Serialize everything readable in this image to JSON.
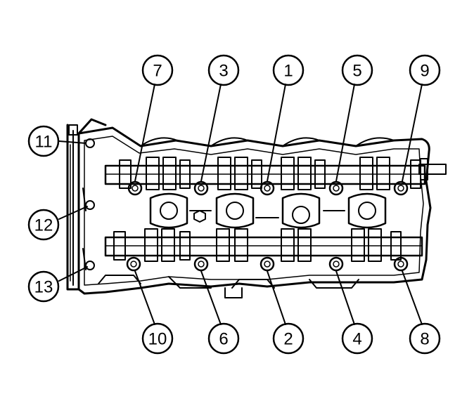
{
  "diagram": {
    "colors": {
      "ink": "#000000",
      "paper": "#ffffff",
      "fill": "#ffffff"
    },
    "callouts": [
      {
        "id": "c7",
        "label": "7"
      },
      {
        "id": "c3",
        "label": "3"
      },
      {
        "id": "c1",
        "label": "1"
      },
      {
        "id": "c5",
        "label": "5"
      },
      {
        "id": "c9",
        "label": "9"
      },
      {
        "id": "c11",
        "label": "11"
      },
      {
        "id": "c12",
        "label": "12"
      },
      {
        "id": "c13",
        "label": "13"
      },
      {
        "id": "c10",
        "label": "10"
      },
      {
        "id": "c6",
        "label": "6"
      },
      {
        "id": "c2",
        "label": "2"
      },
      {
        "id": "c4",
        "label": "4"
      },
      {
        "id": "c8",
        "label": "8"
      }
    ]
  }
}
